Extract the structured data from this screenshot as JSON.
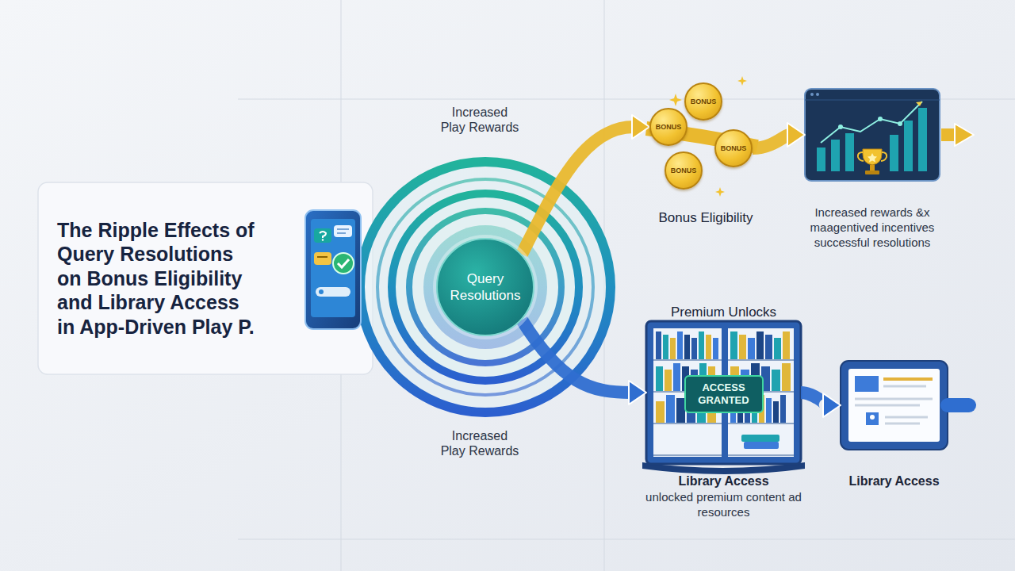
{
  "diagram": {
    "title": "The Ripple Effects of Query Resolutions on Bonus Eligibility and Library Access in App-Driven Play P.",
    "nodes": [
      {
        "text": [
          "Query Resolutions"
        ]
      },
      {
        "text": [
          "BONUS"
        ]
      },
      {
        "text": [
          "BONUS"
        ]
      },
      {
        "text": [
          "BONUS"
        ]
      },
      {
        "text": [
          "BONUS"
        ]
      },
      {
        "text": [
          "Increased rewards &x maagentived incentives successful resolutions"
        ]
      },
      {
        "text": [
          "Premium Unlocks",
          "Library Access",
          "unlocked premium content ad resources"
        ]
      },
      {
        "text": [
          "ACCESS GRANTED"
        ],
        "in": 6
      },
      {
        "text": [
          "Library Access"
        ]
      }
    ],
    "edges": [
      {
        "from": 0,
        "to": 2,
        "arrow": "to"
      },
      {
        "from": 3,
        "to": 5,
        "arrow": "to"
      },
      {
        "from": 0,
        "to": 6,
        "arrow": "to"
      },
      {
        "from": 6,
        "to": 8,
        "arrow": "to"
      }
    ],
    "labels": [
      "Increased Play Rewards",
      "Bonus Eligibility",
      "Increased Play Rewards"
    ]
  }
}
